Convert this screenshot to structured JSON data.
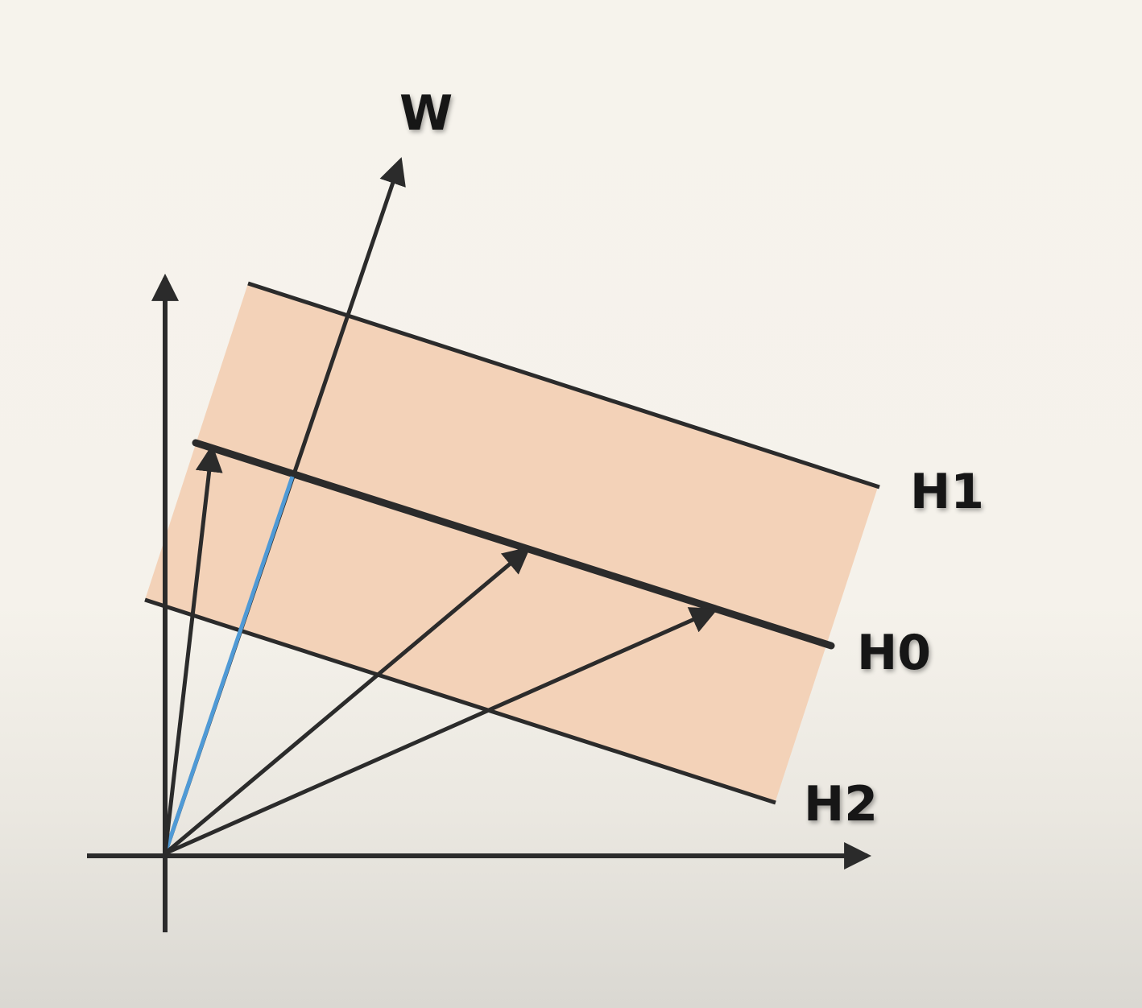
{
  "diagram": {
    "labels": {
      "w": "W",
      "h1": "H1",
      "h0": "H0",
      "h2": "H2"
    },
    "colors": {
      "margin_band": "#f3d2b8",
      "line": "#2b2b2b",
      "highlight_vector": "#4f9ad6"
    }
  }
}
